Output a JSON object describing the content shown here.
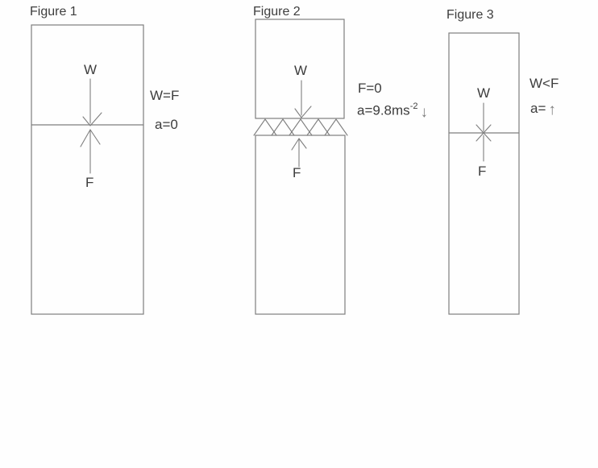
{
  "figures": [
    {
      "title": "Figure 1",
      "w_label": "W",
      "f_label": "F",
      "note1": "W=F",
      "note2": "a=0"
    },
    {
      "title": "Figure 2",
      "w_label": "W",
      "f_label": "F",
      "note1": "F=0",
      "note2_base": "a=9.8ms",
      "note2_sup": "-2",
      "note2_arrow": "↓"
    },
    {
      "title": "Figure 3",
      "w_label": "W",
      "f_label": "F",
      "note1": "W<F",
      "note2_base": "a=",
      "note2_arrow": "↑"
    }
  ],
  "colors": {
    "stroke": "#7e7e7e",
    "text": "#3d3d3d"
  }
}
